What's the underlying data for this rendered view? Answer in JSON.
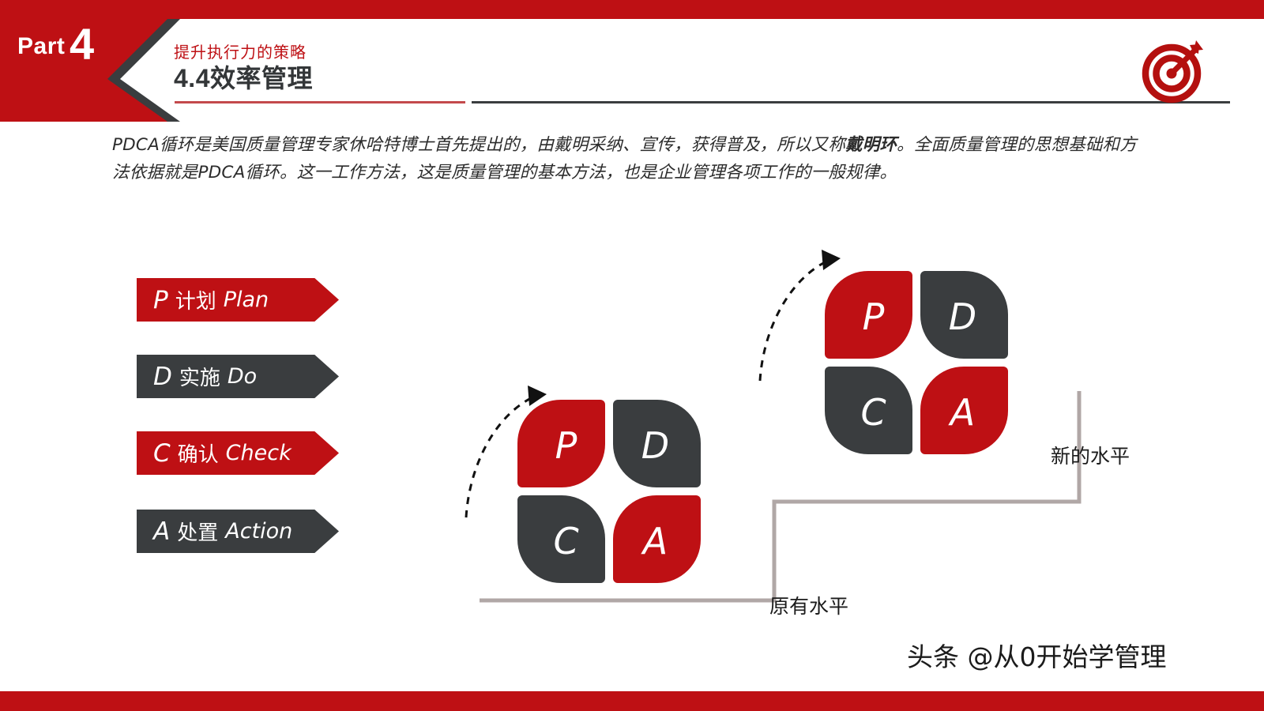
{
  "slide": {
    "part_label": "Part",
    "part_number": "4",
    "subtitle": "提升执行力的策略",
    "title": "4.4效率管理",
    "logo_icon": "target-bullseye-icon"
  },
  "body": {
    "paragraph_part1": "PDCA循环是美国质量管理专家休哈特博士首先提出的，由戴明采纳、宣传，获得普及，所以又称",
    "paragraph_bold": "戴明环",
    "paragraph_part2": "。全面质量管理的思想基础和方法依据就是PDCA循环。这一工作方法，这是质量管理的基本方法，也是企业管理各项工作的一般规律。"
  },
  "steps": [
    {
      "letter": "P",
      "cn": "计划",
      "en": "Plan",
      "style": "red"
    },
    {
      "letter": "D",
      "cn": "实施",
      "en": "Do",
      "style": "dark"
    },
    {
      "letter": "C",
      "cn": "确认",
      "en": "Check",
      "style": "red"
    },
    {
      "letter": "A",
      "cn": "处置",
      "en": "Action",
      "style": "dark"
    }
  ],
  "flowers": {
    "lower": {
      "p": "P",
      "d": "D",
      "c": "C",
      "a": "A"
    },
    "upper": {
      "p": "P",
      "d": "D",
      "c": "C",
      "a": "A"
    }
  },
  "levels": {
    "new_level": "新的水平",
    "old_level": "原有水平"
  },
  "watermark": "头条 @从0开始学管理",
  "colors": {
    "brand_red": "#BE1014",
    "dark_gray": "#3A3D3F",
    "stair_gray": "#B0A7A6",
    "rule_red": "#C3494C"
  }
}
